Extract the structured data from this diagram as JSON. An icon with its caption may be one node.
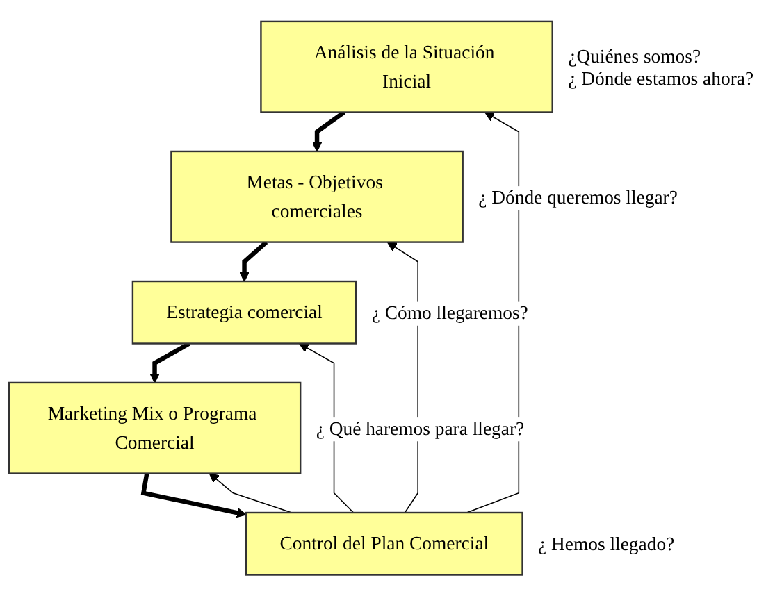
{
  "diagram": {
    "nodes": [
      {
        "text": [
          "Análisis de la Situación Inicial"
        ],
        "beside": [
          "¿Quiénes somos?",
          "¿ Dónde estamos ahora?"
        ]
      },
      {
        "text": [
          "Metas - Objetivos comerciales"
        ],
        "beside": [
          "¿ Dónde queremos llegar?"
        ]
      },
      {
        "text": [
          "Estrategia comercial"
        ],
        "beside": [
          "¿ Cómo llegaremos?"
        ]
      },
      {
        "text": [
          "Marketing Mix o Programa Comercial"
        ],
        "beside": [
          "¿ Qué haremos para llegar?"
        ]
      },
      {
        "text": [
          "Control del Plan Comercial"
        ],
        "beside": [
          "¿ Hemos llegado?"
        ]
      }
    ],
    "edges": [
      {
        "from": 0,
        "to": 1,
        "arrow": "to",
        "style": "thick"
      },
      {
        "from": 1,
        "to": 2,
        "arrow": "to",
        "style": "thick"
      },
      {
        "from": 2,
        "to": 3,
        "arrow": "to",
        "style": "thick"
      },
      {
        "from": 3,
        "to": 4,
        "arrow": "to",
        "style": "thick"
      },
      {
        "from": 4,
        "to": 0,
        "arrow": "to"
      },
      {
        "from": 4,
        "to": 1,
        "arrow": "to"
      },
      {
        "from": 4,
        "to": 2,
        "arrow": "to"
      },
      {
        "from": 4,
        "to": 3,
        "arrow": "to"
      }
    ]
  }
}
